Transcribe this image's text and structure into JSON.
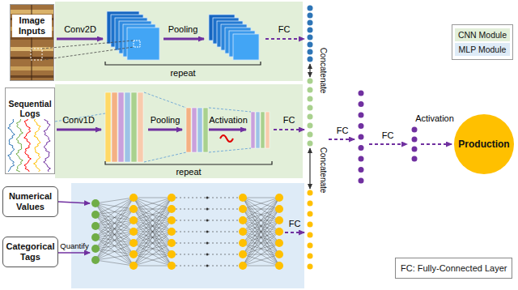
{
  "diagram": {
    "nodes": [
      {
        "text": [
          "Image Inputs"
        ]
      },
      {
        "text": [
          "Sequential Logs"
        ]
      },
      {
        "text": [
          "Numerical Values"
        ]
      },
      {
        "text": [
          "Categorical Tags"
        ]
      },
      {
        "text": [
          "Production"
        ]
      },
      {
        "text": [
          "FC: Fully-Connected Layer"
        ]
      }
    ],
    "labels": [
      "Conv2D",
      "Pooling",
      "repeat",
      "FC",
      "Concatenate",
      "Conv1D",
      "Pooling",
      "Activation",
      "repeat",
      "FC",
      "FC",
      "FC",
      "Activation",
      "Concatenate",
      "Quantify",
      "FC"
    ],
    "legend": [
      {
        "text": "CNN Module",
        "color": "#e2efd9"
      },
      {
        "text": "MLP Module",
        "color": "#deebf7"
      }
    ]
  }
}
